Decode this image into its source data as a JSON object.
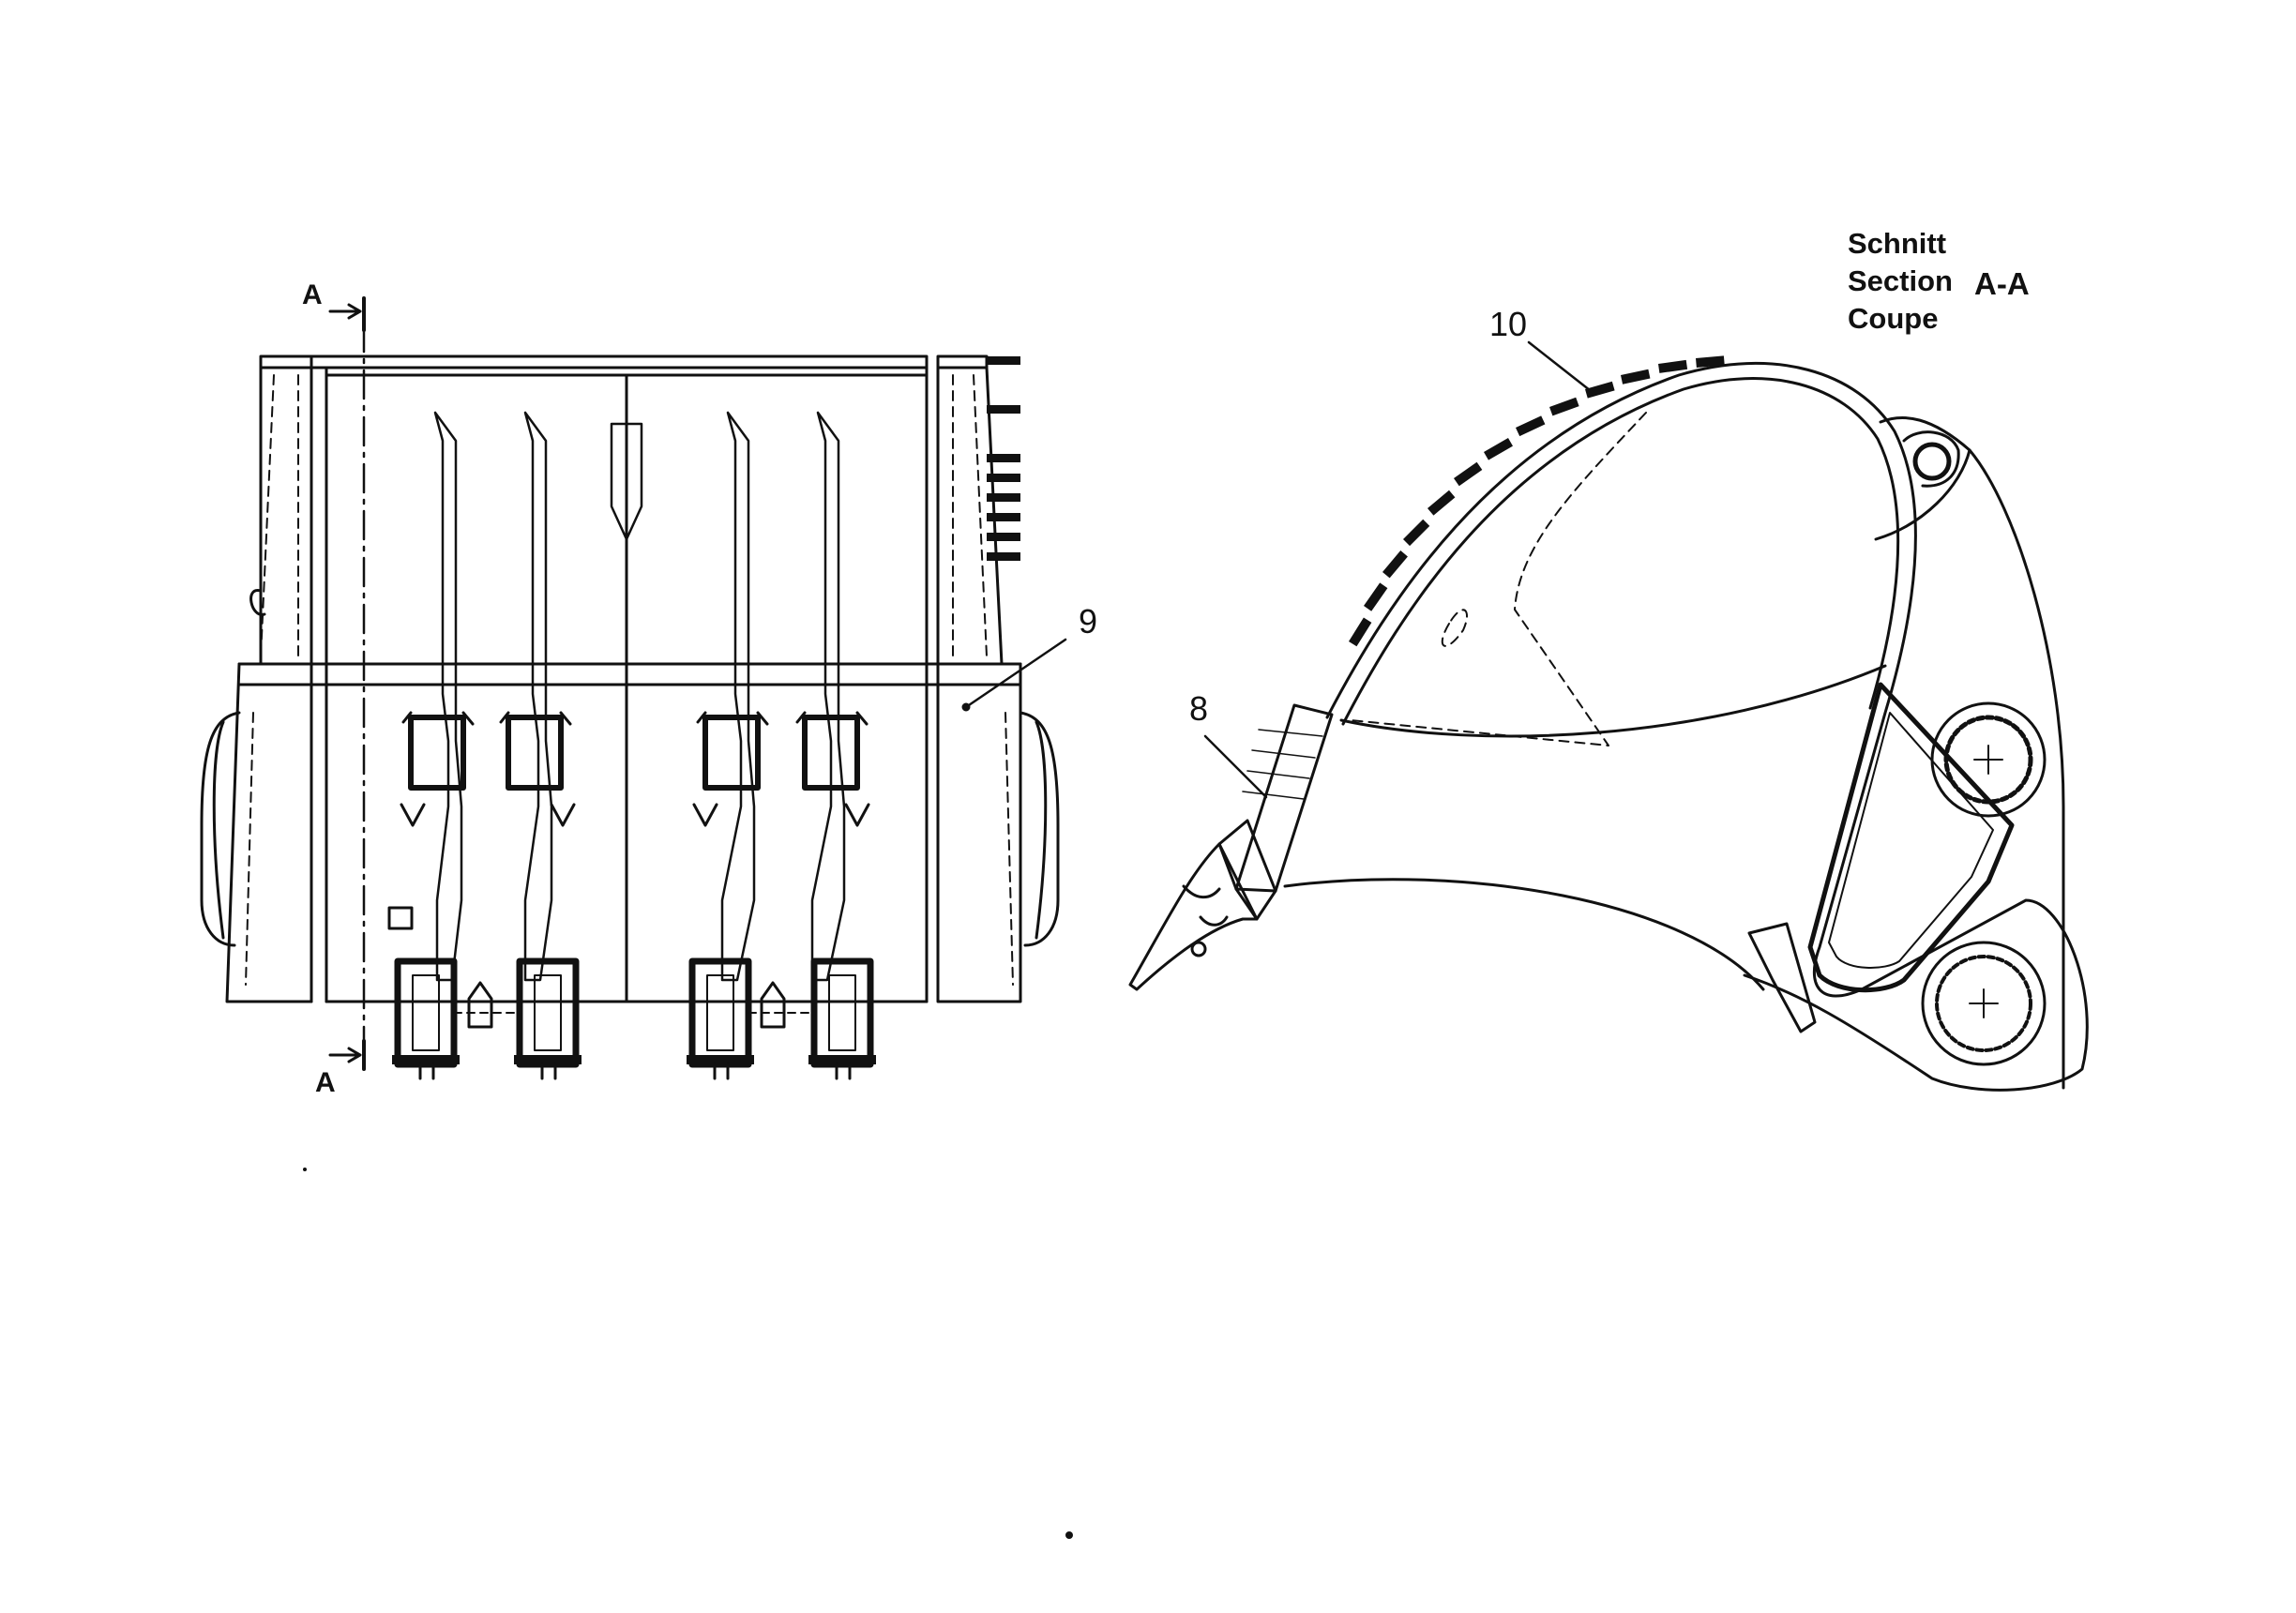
{
  "callouts": {
    "part_8": "8",
    "part_9": "9",
    "part_10": "10"
  },
  "section": {
    "line1": "Schnitt",
    "line2": "Section",
    "line3": "Coupe",
    "code": "A-A"
  },
  "cut_marks": {
    "top": "A",
    "bottom": "A"
  },
  "colors": {
    "ink": "#111111",
    "paper": "#ffffff"
  }
}
